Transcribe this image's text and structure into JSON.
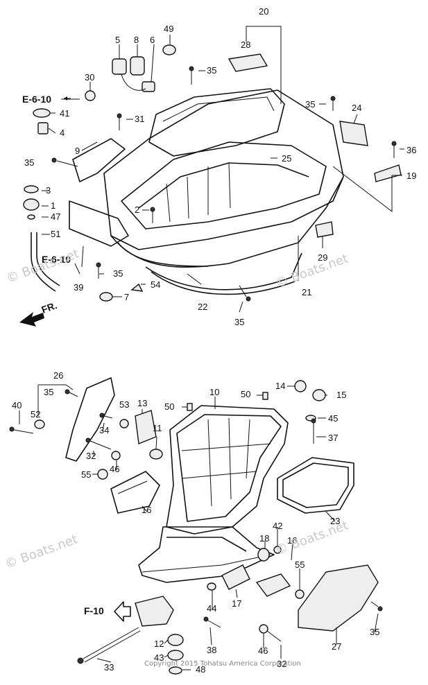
{
  "diagram": {
    "callouts_upper": [
      "20",
      "49",
      "5",
      "8",
      "6",
      "28",
      "35",
      "30",
      "E-6-10",
      "41",
      "4",
      "31",
      "35",
      "24",
      "9",
      "25",
      "36",
      "35",
      "3",
      "19",
      "1",
      "2",
      "47",
      "51",
      "29",
      "E-6-10",
      "39",
      "35",
      "54",
      "7",
      "22",
      "21",
      "35"
    ],
    "callouts_lower": [
      "26",
      "14",
      "15",
      "40",
      "52",
      "35",
      "53",
      "13",
      "10",
      "50",
      "50",
      "45",
      "34",
      "11",
      "37",
      "32",
      "55",
      "46",
      "16",
      "23",
      "42",
      "18",
      "16",
      "55",
      "17",
      "F-10",
      "44",
      "12",
      "38",
      "46",
      "27",
      "35",
      "43",
      "48",
      "33",
      "32"
    ],
    "watermark": "© Boats.net",
    "front_marker": "FR.",
    "copyright": "Copyright 2015 Tohatsu America Corporation"
  }
}
